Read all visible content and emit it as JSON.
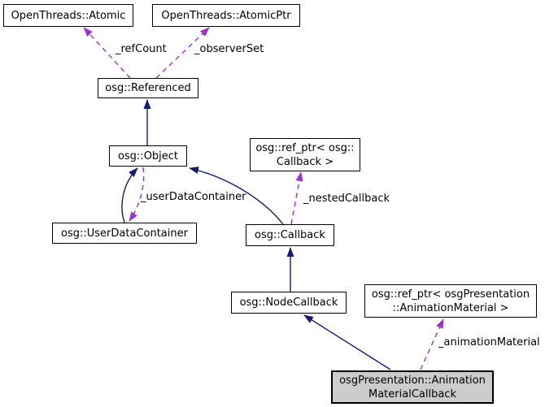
{
  "diagram": {
    "type": "collaboration-graph",
    "colors": {
      "inheritance_edge": "#191970",
      "usage_edge": "#9a32cd",
      "node_border": "#000000",
      "node_fill": "#ffffff",
      "highlight_fill": "#cccccc",
      "background": "#ffffff"
    },
    "nodes": [
      {
        "id": "openthreads-atomic",
        "label": "OpenThreads::Atomic",
        "highlighted": false
      },
      {
        "id": "openthreads-atomicptr",
        "label": "OpenThreads::AtomicPtr",
        "highlighted": false
      },
      {
        "id": "osg-referenced",
        "label": "osg::Referenced",
        "highlighted": false
      },
      {
        "id": "osg-object",
        "label": "osg::Object",
        "highlighted": false
      },
      {
        "id": "osg-ref-ptr-callback",
        "label": "osg::ref_ptr< osg::\nCallback >",
        "highlighted": false
      },
      {
        "id": "osg-userdatacontainer",
        "label": "osg::UserDataContainer",
        "highlighted": false
      },
      {
        "id": "osg-callback",
        "label": "osg::Callback",
        "highlighted": false
      },
      {
        "id": "osg-nodecallback",
        "label": "osg::NodeCallback",
        "highlighted": false
      },
      {
        "id": "osg-ref-ptr-animationmaterial",
        "label": "osg::ref_ptr< osgPresentation\n::AnimationMaterial >",
        "highlighted": false
      },
      {
        "id": "osgpresentation-animationmaterialcallback",
        "label": "osgPresentation::Animation\nMaterialCallback",
        "highlighted": true
      }
    ],
    "edges": [
      {
        "type": "inheritance",
        "from": "osg::Object",
        "to": "osg::Referenced"
      },
      {
        "type": "inheritance",
        "from": "osg::UserDataContainer",
        "to": "osg::Object"
      },
      {
        "type": "inheritance",
        "from": "osg::Callback",
        "to": "osg::Object"
      },
      {
        "type": "inheritance",
        "from": "osg::NodeCallback",
        "to": "osg::Callback"
      },
      {
        "type": "inheritance",
        "from": "osgPresentation::AnimationMaterialCallback",
        "to": "osg::NodeCallback"
      },
      {
        "type": "usage",
        "from": "osg::Referenced",
        "to": "OpenThreads::Atomic",
        "label": "_refCount"
      },
      {
        "type": "usage",
        "from": "osg::Referenced",
        "to": "OpenThreads::AtomicPtr",
        "label": "_observerSet"
      },
      {
        "type": "usage",
        "from": "osg::Object",
        "to": "osg::UserDataContainer",
        "label": "_userDataContainer"
      },
      {
        "type": "usage",
        "from": "osg::Callback",
        "to": "osg::ref_ptr< osg::Callback >",
        "label": "_nestedCallback"
      },
      {
        "type": "usage",
        "from": "osgPresentation::AnimationMaterialCallback",
        "to": "osg::ref_ptr< osgPresentation::AnimationMaterial >",
        "label": "_animationMaterial"
      }
    ]
  }
}
